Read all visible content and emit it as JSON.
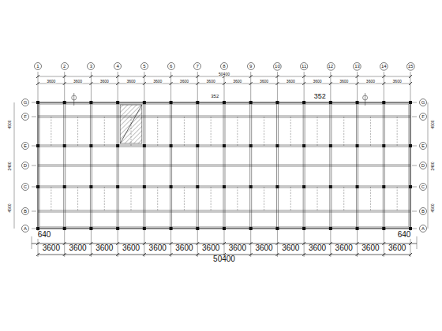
{
  "diagram": {
    "nodes": [
      {
        "text": [
          "1"
        ]
      },
      {
        "text": [
          "2"
        ]
      },
      {
        "text": [
          "3"
        ]
      },
      {
        "text": [
          "4"
        ]
      },
      {
        "text": [
          "5"
        ]
      },
      {
        "text": [
          "6"
        ]
      },
      {
        "text": [
          "7"
        ]
      },
      {
        "text": [
          "8"
        ]
      },
      {
        "text": [
          "9"
        ]
      },
      {
        "text": [
          "10"
        ]
      },
      {
        "text": [
          "11"
        ]
      },
      {
        "text": [
          "12"
        ]
      },
      {
        "text": [
          "13"
        ]
      },
      {
        "text": [
          "14"
        ]
      },
      {
        "text": [
          "15"
        ]
      },
      {
        "text": [
          "G"
        ]
      },
      {
        "text": [
          "F"
        ]
      },
      {
        "text": [
          "E"
        ]
      },
      {
        "text": [
          "D"
        ]
      },
      {
        "text": [
          "C"
        ]
      },
      {
        "text": [
          "B"
        ]
      },
      {
        "text": [
          "A"
        ]
      },
      {
        "text": [
          "G"
        ]
      },
      {
        "text": [
          "F"
        ]
      },
      {
        "text": [
          "E"
        ]
      },
      {
        "text": [
          "D"
        ]
      },
      {
        "text": [
          "C"
        ]
      },
      {
        "text": [
          "B"
        ]
      },
      {
        "text": [
          "A"
        ]
      }
    ],
    "labels": [
      "3600",
      "3600",
      "3600",
      "3600",
      "3600",
      "3600",
      "3600",
      "3600",
      "3600",
      "3600",
      "3600",
      "3600",
      "3600",
      "3600",
      "50400",
      "3600",
      "3600",
      "3600",
      "3600",
      "3600",
      "3600",
      "3600",
      "3600",
      "3600",
      "3600",
      "3600",
      "3600",
      "3600",
      "3600",
      "50400",
      "640",
      "640",
      "352",
      "352",
      "4500",
      "2400",
      "4500",
      "4500",
      "2400",
      "4500"
    ]
  }
}
